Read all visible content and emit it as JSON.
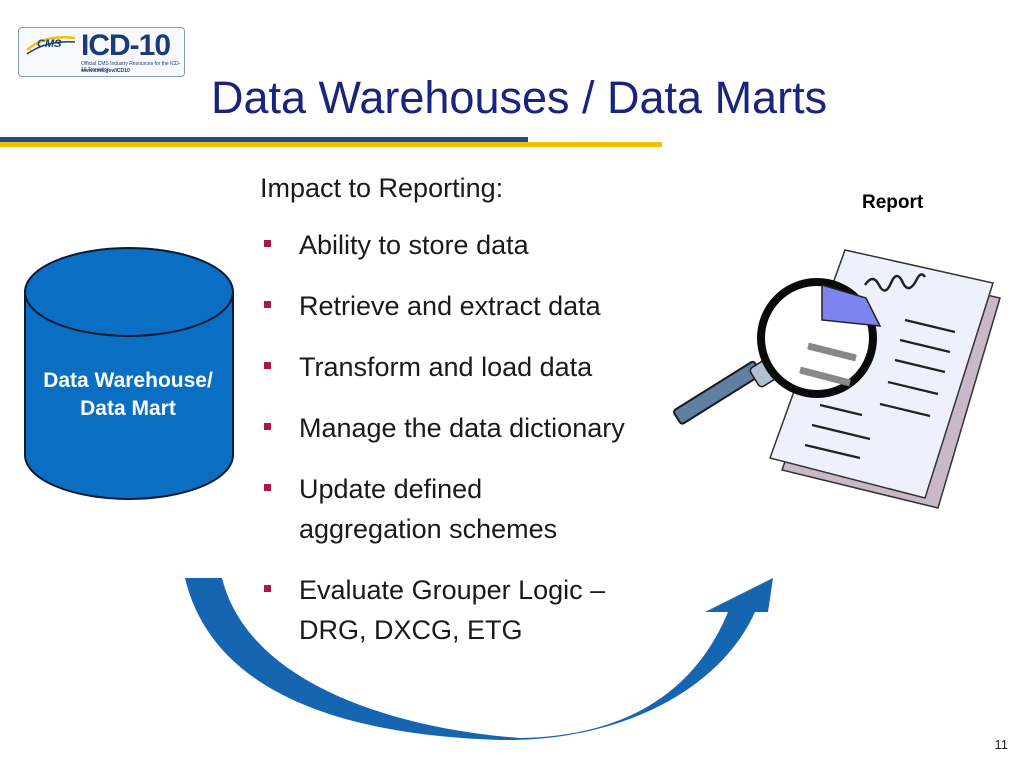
{
  "logo": {
    "brand": "CMS",
    "name": "ICD-10",
    "tagline": "Official CMS Industry Resources for the ICD-10 Transition",
    "url": "www.cms.gov/ICD10"
  },
  "slide": {
    "title": "Data Warehouses / Data Marts",
    "heading": "Impact to Reporting:",
    "bullets": [
      "Ability to store data",
      "Retrieve and extract data",
      "Transform and load data",
      "Manage the data dictionary",
      "Update defined",
      "aggregation schemes",
      "Evaluate Grouper Logic –",
      "DRG, DXCG, ETG"
    ],
    "page_number": "11"
  },
  "diagram": {
    "cylinder_line1": "Data Warehouse/",
    "cylinder_line2": "Data Mart",
    "report_label": "Report"
  },
  "colors": {
    "title": "#1a237e",
    "cylinder": "#0a6fc2",
    "arrow": "#1565b0",
    "bullet": "#b0154a",
    "rule_blue": "#1f4e8c",
    "rule_gold": "#f2c200"
  }
}
